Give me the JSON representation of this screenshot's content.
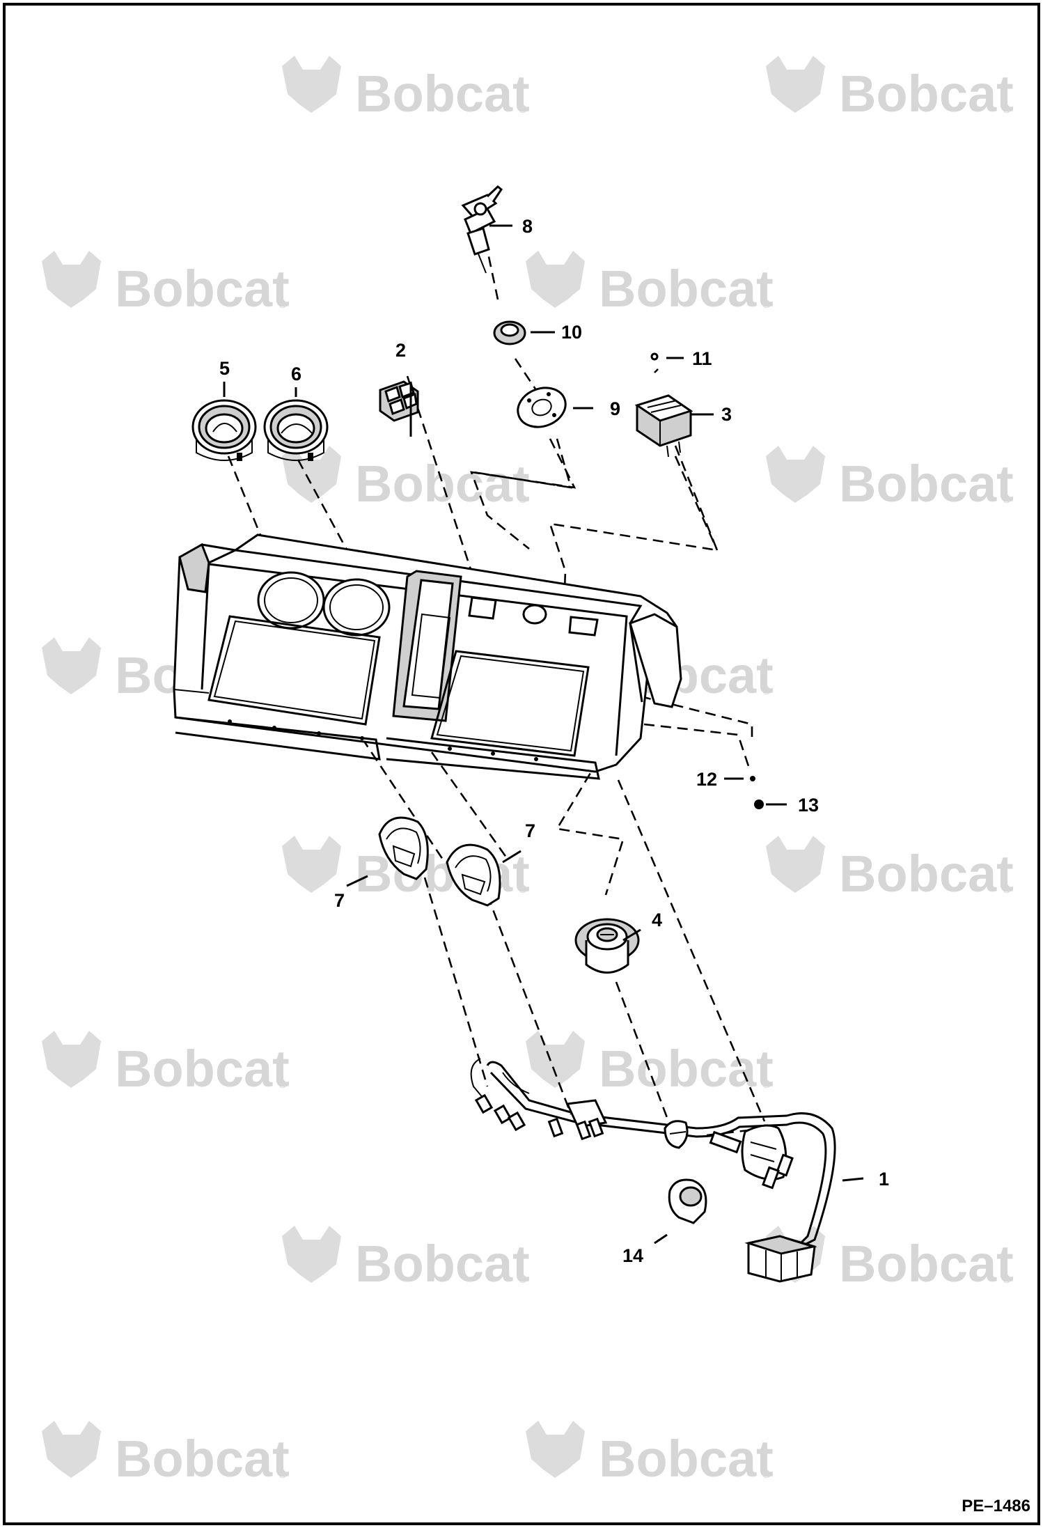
{
  "diagram": {
    "drawing_number": "PE–1486",
    "watermark": {
      "brand": "Bobcat",
      "registered_mark": "®"
    },
    "callouts": [
      {
        "id": "c1",
        "text": "1"
      },
      {
        "id": "c2",
        "text": "2"
      },
      {
        "id": "c3",
        "text": "3"
      },
      {
        "id": "c4",
        "text": "4"
      },
      {
        "id": "c5",
        "text": "5"
      },
      {
        "id": "c6",
        "text": "6"
      },
      {
        "id": "c7a",
        "text": "7"
      },
      {
        "id": "c7b",
        "text": "7"
      },
      {
        "id": "c8",
        "text": "8"
      },
      {
        "id": "c9",
        "text": "9"
      },
      {
        "id": "c10",
        "text": "10"
      },
      {
        "id": "c11",
        "text": "11"
      },
      {
        "id": "c12",
        "text": "12"
      },
      {
        "id": "c13",
        "text": "13"
      },
      {
        "id": "c14",
        "text": "14"
      }
    ]
  }
}
